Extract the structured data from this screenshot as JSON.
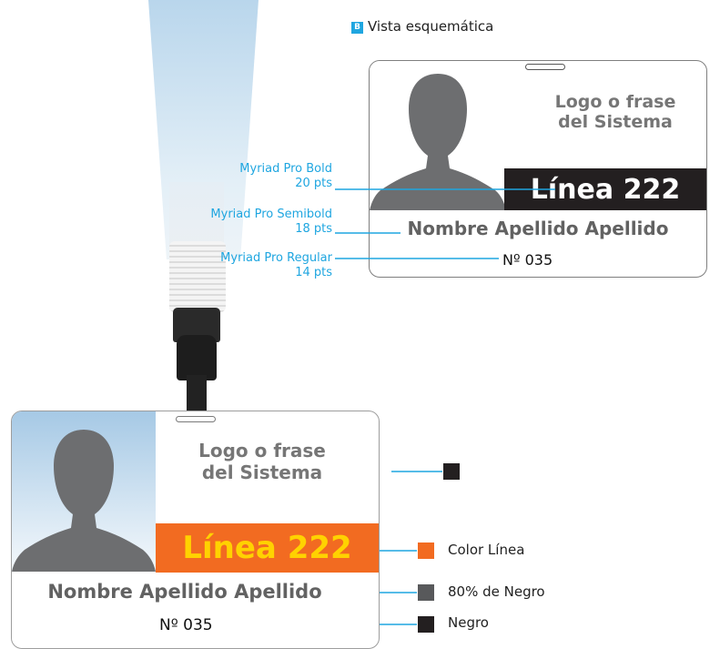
{
  "section": {
    "marker": "B",
    "title": "Vista esquemática"
  },
  "annotations": {
    "bold": {
      "font": "Myriad Pro Bold",
      "size": "20 pts"
    },
    "semibold": {
      "font": "Myriad Pro Semibold",
      "size": "18 pts"
    },
    "regular": {
      "font": "Myriad Pro Regular",
      "size": "14 pts"
    }
  },
  "schematic_badge": {
    "logo_line1": "Logo o frase",
    "logo_line2": "del Sistema",
    "line_label": "Línea 222",
    "name": "Nombre Apellido Apellido",
    "number": "Nº 035"
  },
  "main_badge": {
    "logo_line1": "Logo o frase",
    "logo_line2": "del Sistema",
    "line_label": "Línea 222",
    "name": "Nombre Apellido Apellido",
    "number": "Nº 035"
  },
  "legend": [
    {
      "label": "",
      "color": "#231f20"
    },
    {
      "label": "Color Línea",
      "color": "#f26b21"
    },
    {
      "label": "80% de Negro",
      "color": "#58595b"
    },
    {
      "label": "Negro",
      "color": "#231f20"
    }
  ],
  "colors": {
    "accent": "#1fa6e0",
    "line_bar_schematic": "#231f20",
    "line_bar_main": "#f26b21",
    "line_text_main": "#ffd200",
    "silhouette": "#6d6e70"
  }
}
